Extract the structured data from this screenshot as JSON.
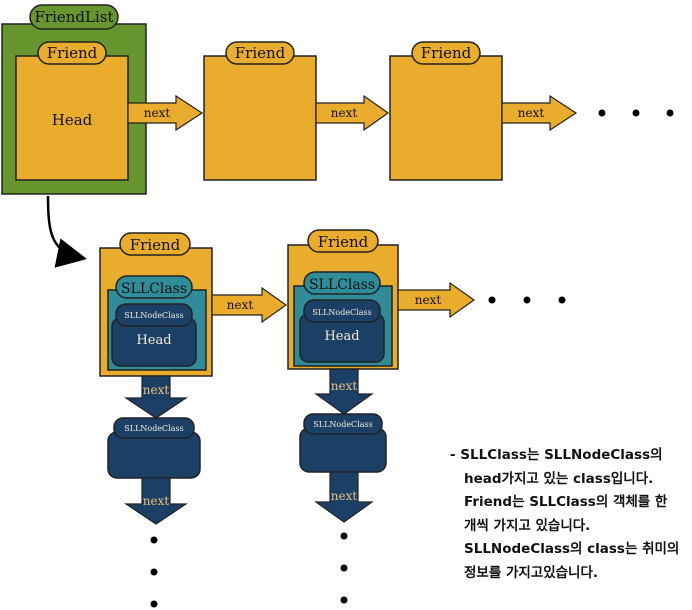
{
  "diagram": {
    "friendlist_label": "FriendList",
    "friend_label": "Friend",
    "head_label": "Head",
    "next_label": "next",
    "sllclass_label": "SLLClass",
    "sllnodeclass_label": "SLLNodeClass",
    "ellipsis": "• • •"
  },
  "note": {
    "lines": [
      "- SLLClass는 SLLNodeClass의",
      "head가지고 있는 class입니다.",
      "Friend는 SLLClass의 객체를 한",
      "개씩 가지고 있습니다.",
      "SLLNodeClass의 class는 취미의",
      "정보를 가지고있습니다."
    ]
  },
  "colors": {
    "friend_fill": "#e9ac2c",
    "friendlist_fill": "#67962f",
    "sllclass_fill": "#2f8c98",
    "node_fill": "#1c3f66"
  }
}
